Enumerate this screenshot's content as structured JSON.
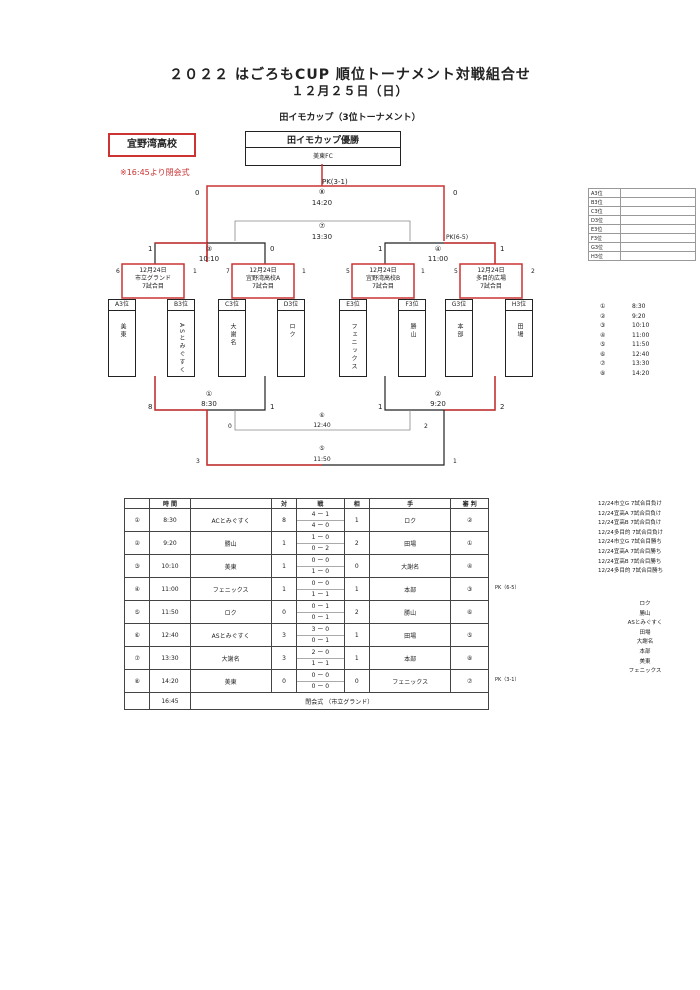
{
  "header": {
    "title": "２０２２ はごろもCUP 順位トーナメント対戦組合せ",
    "date": "１２月２５日（日）",
    "section": "田イモカップ（3位トーナメント）"
  },
  "school_box": "宜野湾高校",
  "opening_note": "※16:45より閉会式",
  "winner": {
    "label": "田イモカップ優勝",
    "team": "美東FC"
  },
  "bracket": {
    "final_pk": "PK(3-1)",
    "m8": {
      "num": "⑧",
      "time": "14:20",
      "left": "0",
      "right": "0"
    },
    "m7": {
      "num": "⑦",
      "time": "13:30"
    },
    "m3": {
      "num": "③",
      "time": "10:10",
      "left": "1",
      "right": "0"
    },
    "m4": {
      "num": "④",
      "time": "11:00",
      "left": "1",
      "right": "1",
      "pk": "PK(6-5)"
    },
    "venues": [
      {
        "date": "12月24日",
        "name": "市立グランド",
        "game": "7試合目",
        "l": "6",
        "r": "1"
      },
      {
        "date": "12月24日",
        "name": "宜野湾高校A",
        "game": "7試合目",
        "l": "7",
        "r": "1"
      },
      {
        "date": "12月24日",
        "name": "宜野湾高校B",
        "game": "7試合目",
        "l": "5",
        "r": "1"
      },
      {
        "date": "12月24日",
        "name": "多目的広場",
        "game": "7試合目",
        "l": "5",
        "r": "2"
      }
    ],
    "teams": [
      {
        "head": "A3位",
        "name": "美東"
      },
      {
        "head": "B3位",
        "name": "ASとみぐすく"
      },
      {
        "head": "C3位",
        "name": "大謝名"
      },
      {
        "head": "D3位",
        "name": "ロク"
      },
      {
        "head": "E3位",
        "name": "フェニックス"
      },
      {
        "head": "F3位",
        "name": "勝山"
      },
      {
        "head": "G3位",
        "name": "本部"
      },
      {
        "head": "H3位",
        "name": "田場"
      }
    ],
    "m1": {
      "num": "①",
      "time": "8:30",
      "left": "8",
      "right": "1"
    },
    "m2": {
      "num": "②",
      "time": "9:20",
      "left": "1",
      "right": "2"
    },
    "m6": {
      "num": "⑥",
      "time": "12:40",
      "left": "0",
      "right": "2"
    },
    "m5": {
      "num": "⑤",
      "time": "11:50",
      "left": "3",
      "right": "1"
    }
  },
  "rank_table": [
    "A3位",
    "B3位",
    "C3位",
    "D3位",
    "E3位",
    "F3位",
    "G3位",
    "H3位"
  ],
  "times": [
    {
      "num": "①",
      "time": "8:30"
    },
    {
      "num": "②",
      "time": "9:20"
    },
    {
      "num": "③",
      "time": "10:10"
    },
    {
      "num": "④",
      "time": "11:00"
    },
    {
      "num": "⑤",
      "time": "11:50"
    },
    {
      "num": "⑥",
      "time": "12:40"
    },
    {
      "num": "⑦",
      "time": "13:30"
    },
    {
      "num": "⑧",
      "time": "14:20"
    }
  ],
  "schedule": {
    "headers": [
      "時 間",
      "対",
      "戦",
      "相",
      "手",
      "審 判"
    ],
    "rows": [
      {
        "no": "①",
        "time": "8:30",
        "home": "ACとみぐすく",
        "hs": "8",
        "s1": "4 ー 1",
        "s2": "4 ー 0",
        "as": "1",
        "away": "ロク",
        "ref": "②",
        "pk": ""
      },
      {
        "no": "②",
        "time": "9:20",
        "home": "勝山",
        "hs": "1",
        "s1": "1 ー 0",
        "s2": "0 ー 2",
        "as": "2",
        "away": "田場",
        "ref": "①",
        "pk": ""
      },
      {
        "no": "③",
        "time": "10:10",
        "home": "美東",
        "hs": "1",
        "s1": "0 ー 0",
        "s2": "1 ー 0",
        "as": "0",
        "away": "大謝名",
        "ref": "④",
        "pk": ""
      },
      {
        "no": "④",
        "time": "11:00",
        "home": "フェニックス",
        "hs": "1",
        "s1": "0 ー 0",
        "s2": "1 ー 1",
        "as": "1",
        "away": "本部",
        "ref": "③",
        "pk": "PK（6-5）"
      },
      {
        "no": "⑤",
        "time": "11:50",
        "home": "ロク",
        "hs": "0",
        "s1": "0 ー 1",
        "s2": "0 ー 1",
        "as": "2",
        "away": "勝山",
        "ref": "⑥",
        "pk": ""
      },
      {
        "no": "⑥",
        "time": "12:40",
        "home": "ASとみぐすく",
        "hs": "3",
        "s1": "3 ー 0",
        "s2": "0 ー 1",
        "as": "1",
        "away": "田場",
        "ref": "⑤",
        "pk": ""
      },
      {
        "no": "⑦",
        "time": "13:30",
        "home": "大謝名",
        "hs": "3",
        "s1": "2 ー 0",
        "s2": "1 ー 1",
        "as": "1",
        "away": "本部",
        "ref": "⑧",
        "pk": ""
      },
      {
        "no": "⑧",
        "time": "14:20",
        "home": "美東",
        "hs": "0",
        "s1": "0 ー 0",
        "s2": "0 ー 0",
        "as": "0",
        "away": "フェニックス",
        "ref": "⑦",
        "pk": "PK（3-1）"
      }
    ],
    "last": {
      "time": "16:45",
      "text": "閉会式 （市立グランド）"
    }
  },
  "right_list1": [
    "12/24市立G 7試合目負け",
    "12/24宜高A 7試合目負け",
    "12/24宜高B 7試合目負け",
    "12/24多目的 7試合目負け",
    "12/24市立G 7試合目勝ち",
    "12/24宜高A 7試合目勝ち",
    "12/24宜高B 7試合目勝ち",
    "12/24多目的 7試合目勝ち"
  ],
  "right_list2": [
    "ロク",
    "勝山",
    "ASとみぐすく",
    "田場",
    "大謝名",
    "本部",
    "美東",
    "フェニックス"
  ]
}
